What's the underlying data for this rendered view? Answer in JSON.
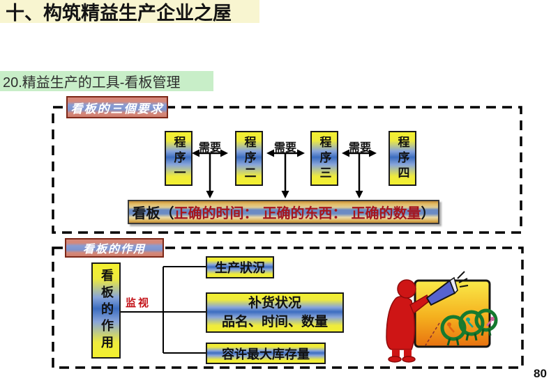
{
  "title": "十、构筑精益生产企业之屋",
  "subtitle": "20.精益生产的工具-看板管理",
  "page_number": "80",
  "requirements_section": {
    "label": "看板的三個要求",
    "need_label": "需要",
    "process_boxes": [
      "程序一",
      "程序二",
      "程序三",
      "程序四"
    ],
    "kanban_bar": {
      "prefix": "看板（",
      "highlight": "正确的时间： 正确的东西： 正确的数量",
      "suffix": "）"
    }
  },
  "functions_section": {
    "label": "看板的作用",
    "source_box": "看板的作用",
    "monitor_label": "监视",
    "function_boxes": [
      {
        "text": "生产狀況"
      },
      {
        "line1": "补货状况",
        "line2": "品名、时间、数量"
      },
      {
        "text": "容许最大库存量"
      }
    ]
  },
  "clipart": {
    "icon": "megaphone-announcer-with-hoops-clipart"
  },
  "colors": {
    "title_band_bg": "#f8f5d0",
    "subtitle_band_bg": "#c8eec8",
    "label_salmon": "#d5887a",
    "label_blue": "#8096cf",
    "box_yellow": "#f3f02f",
    "box_blue": "#3c6dc0",
    "kanban_gold": "#c08a35",
    "red_text": "#a5151d"
  }
}
